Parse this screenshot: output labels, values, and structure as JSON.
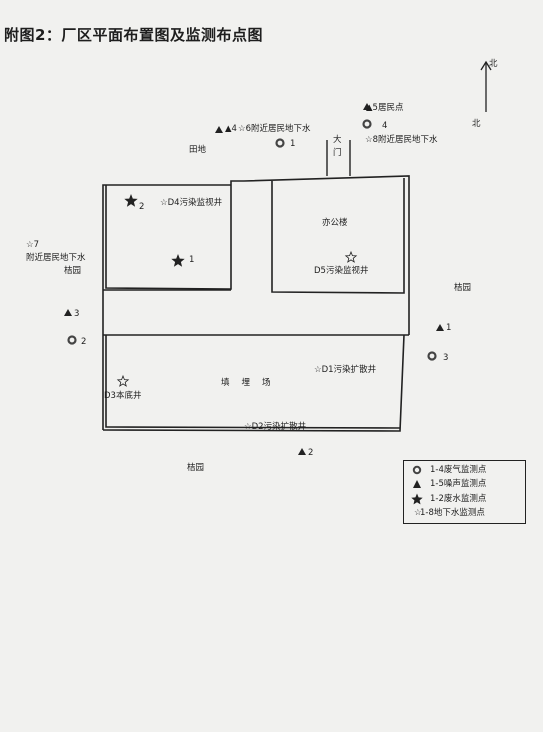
{
  "title": "附图2：厂区平面布置图及监测布点图",
  "compass": {
    "north_top": "北",
    "north_side": "北"
  },
  "areas": {
    "field": "田地",
    "gate": "大门",
    "office": "亦公楼",
    "orchard_west": "桔园",
    "orchard_east": "桔园",
    "orchard_south": "桔园",
    "landfill": "填埋场"
  },
  "points": {
    "noise_4": "▲4",
    "gw_6": "☆6附近居民地下水",
    "gas_1": "1",
    "noise_5": "▲5居民点",
    "gas_4": "4",
    "gw_8": "☆8附近居民地下水",
    "ww_2": "2",
    "gw_d4": "☆D4污染监视井",
    "ww_1": "1",
    "gw_d5": "D5污染监视井",
    "gw_7_num": "☆7",
    "gw_7_label": "附近居民地下水",
    "noise_3": "3",
    "gas_2": "2",
    "noise_1": "1",
    "gas_3": "3",
    "gw_d1": "☆D1污染扩散井",
    "gw_d3": "D3本底井",
    "gw_d2": "☆D2污染扩散井",
    "noise_2": "2"
  },
  "legend": [
    {
      "symbol": "ring",
      "label": "1-4废气监测点"
    },
    {
      "symbol": "triangle",
      "label": "1-5噪声监测点"
    },
    {
      "symbol": "star-filled",
      "label": "1-2废水监测点"
    },
    {
      "symbol": "star-outline",
      "label": "1-8地下水监测点"
    }
  ]
}
